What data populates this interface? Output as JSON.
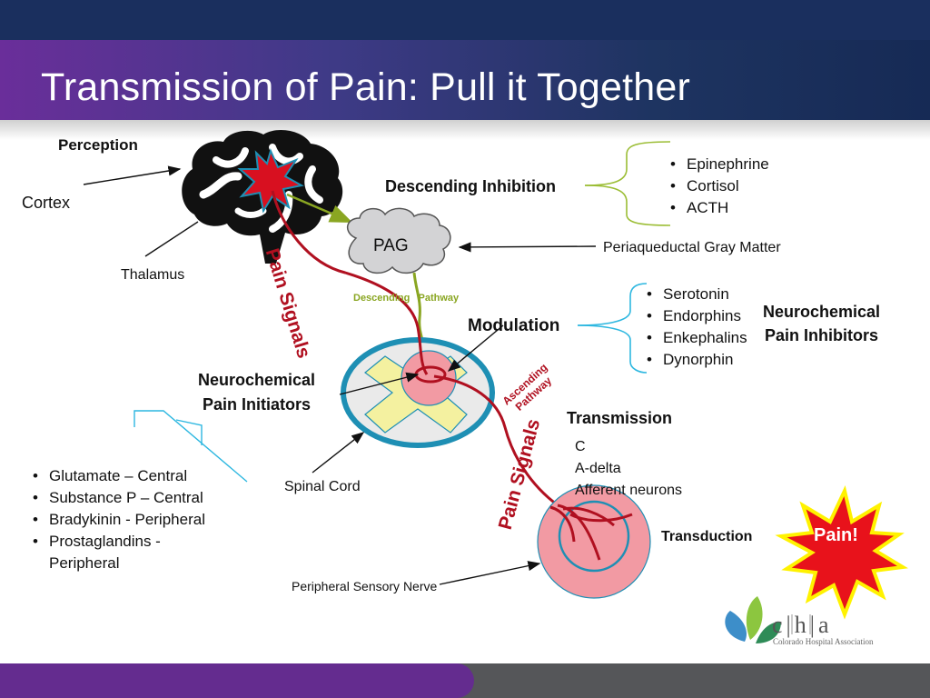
{
  "title": "Transmission of Pain: Pull it Together",
  "labels": {
    "perception": "Perception",
    "cortex": "Cortex",
    "thalamus": "Thalamus",
    "descending_inhibition": "Descending Inhibition",
    "pag": "PAG",
    "periaqueductal": "Periaqueductal Gray Matter",
    "descending_pathway": "Descending   Pathway",
    "modulation": "Modulation",
    "neurochemical_inhibitors_line1": "Neurochemical",
    "neurochemical_inhibitors_line2": "Pain Inhibitors",
    "neurochemical_initiators_line1": "Neurochemical",
    "neurochemical_initiators_line2": "Pain Initiators",
    "ascending_line1": "Ascending",
    "ascending_line2": "Pathway",
    "transmission": "Transmission",
    "fiber_c": "C",
    "fiber_adelta": "A-delta",
    "fiber_afferent": "Afferent neurons",
    "spinal_cord": "Spinal Cord",
    "transduction": "Transduction",
    "pain": "Pain!",
    "peripheral_nerve": "Peripheral Sensory Nerve",
    "pain_signals_top": "Pain Signals",
    "pain_signals_bottom": "Pain Signals"
  },
  "descending_inhibition_list": [
    "Epinephrine",
    "Cortisol",
    "ACTH"
  ],
  "inhibitors_list": [
    "Serotonin",
    "Endorphins",
    "Enkephalins",
    "Dynorphin"
  ],
  "initiators_list": [
    "Glutamate – Central",
    "Substance P – Central",
    "Bradykinin - Peripheral",
    "Prostaglandins -",
    "Peripheral"
  ],
  "logo": {
    "text": "c|h|a",
    "subtitle": "Colorado Hospital Association"
  },
  "colors": {
    "signal_red": "#b01020",
    "descending_green": "#8aa622",
    "bracket_blue": "#2db7e0",
    "bracket_green": "#9bbd34",
    "cord_blue": "#1e8fb4",
    "cord_pink": "#f29aa3",
    "cord_yellow": "#f4f1a0",
    "star_red": "#e8121b",
    "star_yellow": "#fff200"
  },
  "icons": [
    "brain-icon",
    "pag-cloud-icon",
    "spinal-cord-icon",
    "nerve-icon",
    "pain-star-icon",
    "cha-leaf-logo"
  ]
}
